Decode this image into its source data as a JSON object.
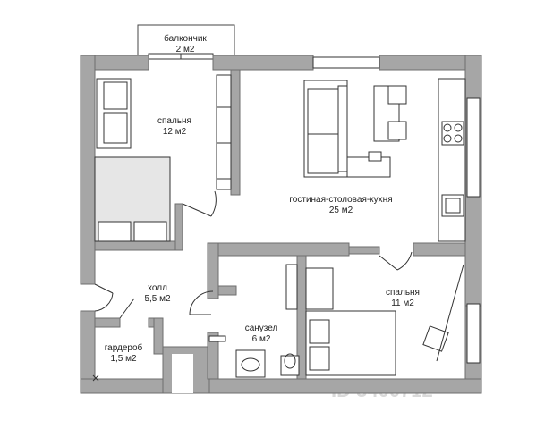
{
  "rooms": {
    "balcony": {
      "name": "балкончик",
      "area": "2 м2"
    },
    "bedroom1": {
      "name": "спальня",
      "area": "12 м2"
    },
    "living": {
      "name": "гостиная-столовая-кухня",
      "area": "25 м2"
    },
    "hall": {
      "name": "холл",
      "area": "5,5 м2"
    },
    "bedroom2": {
      "name": "спальня",
      "area": "11 м2"
    },
    "bathroom": {
      "name": "санузел",
      "area": "6 м2"
    },
    "wardrobe": {
      "name": "гардероб",
      "area": "1,5 м2"
    }
  },
  "watermark": "ID 3400712",
  "colors": {
    "wall": "#a6a6a6",
    "line": "#333333"
  }
}
